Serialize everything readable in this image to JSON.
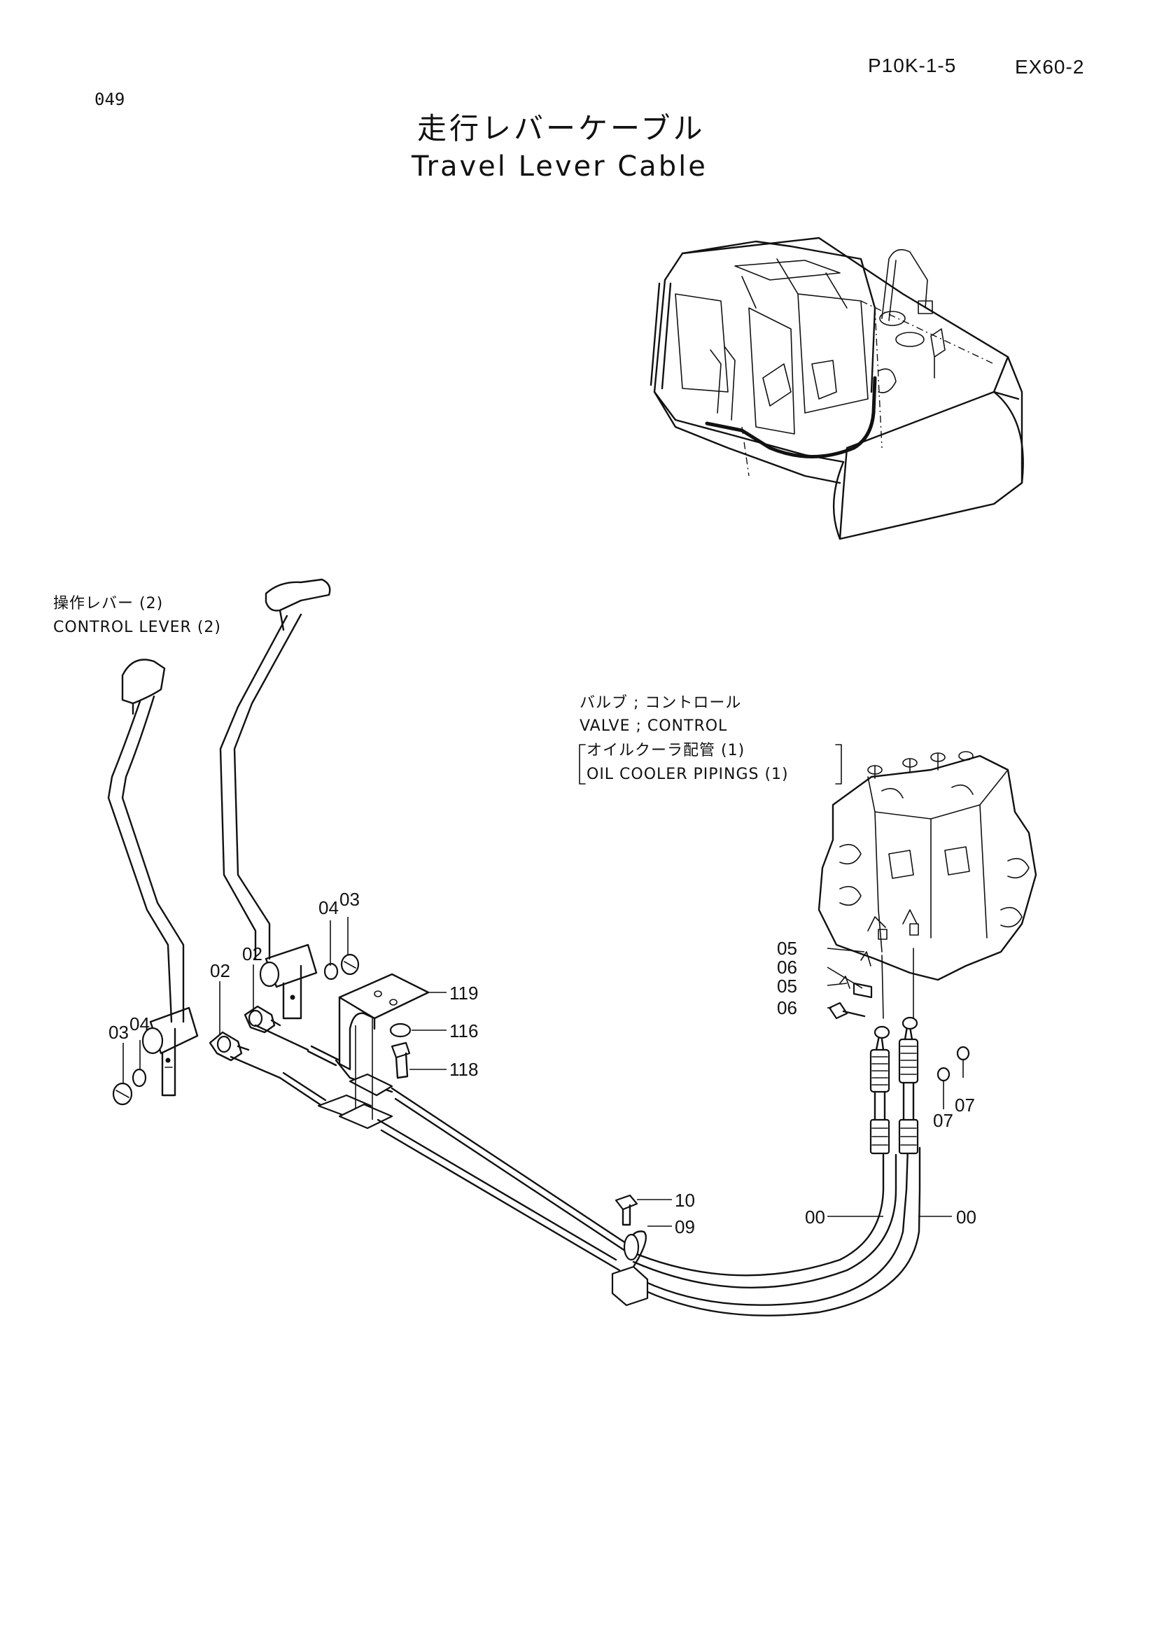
{
  "header": {
    "page_code": "049",
    "catalog_ref": "P10K-1-5",
    "model": "EX60-2"
  },
  "title": {
    "japanese": "走行レバーケーブル",
    "english": "Travel Lever Cable"
  },
  "labels": {
    "control_lever_jp": "操作レバー (2)",
    "control_lever_en": "CONTROL  LEVER (2)",
    "valve_jp": "バルブ ; コントロール",
    "valve_en": "VALVE ; CONTROL",
    "oil_cooler_jp": "オイルクーラ配管 (1)",
    "oil_cooler_en": "OIL  COOLER  PIPINGS (1)"
  },
  "part_numbers": {
    "p04_right": "04",
    "p03_right": "03",
    "p02_right": "02",
    "p02_left": "02",
    "p03_left": "03",
    "p04_left": "04",
    "p119": "119",
    "p116": "116",
    "p118": "118",
    "p05_top": "05",
    "p06_top": "06",
    "p05_mid": "05",
    "p06_mid": "06",
    "p07_right": "07",
    "p07_left": "07",
    "p10": "10",
    "p09": "09",
    "p00_left": "00",
    "p00_right": "00"
  }
}
